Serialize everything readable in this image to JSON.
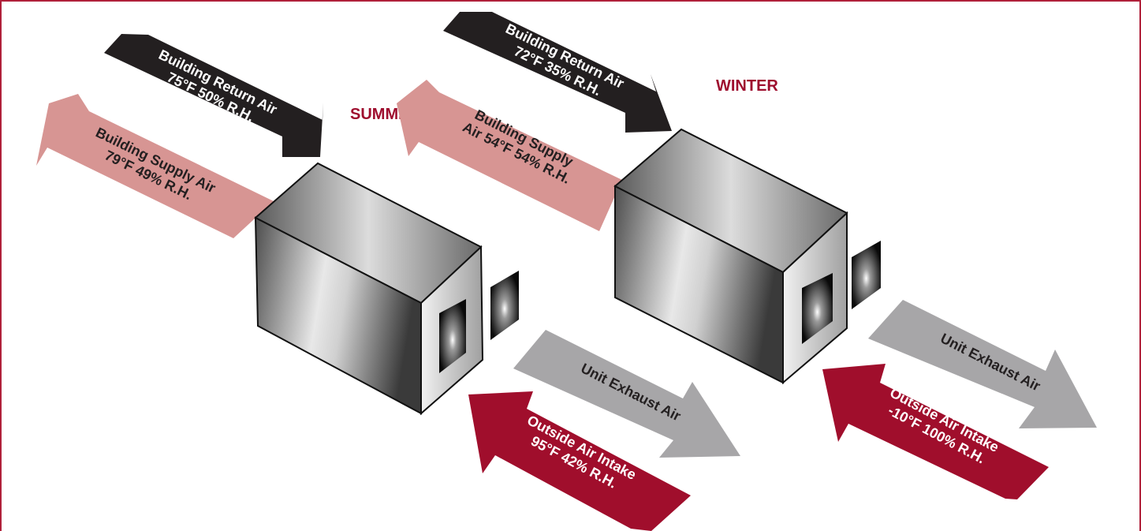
{
  "colors": {
    "border": "#b0203a",
    "season": "#9e0e2e",
    "return_air": "#231f20",
    "supply_air": "#d79593",
    "exhaust_air": "#a7a6a8",
    "outside_air": "#a00e2c"
  },
  "summer": {
    "title": "SUMMER",
    "return_air": {
      "line1": "Building Return Air",
      "line2": "75°F 50% R.H."
    },
    "supply_air": {
      "line1": "Building Supply Air",
      "line2": "79°F 49% R.H."
    },
    "exhaust_air": {
      "line1": "Unit Exhaust Air"
    },
    "outside_air": {
      "line1": "Outside Air Intake",
      "line2": "95°F 42% R.H."
    }
  },
  "winter": {
    "title": "WINTER",
    "return_air": {
      "line1": "Building Return Air",
      "line2": "72°F 35% R.H."
    },
    "supply_air": {
      "line1": "Building Supply",
      "line2": "Air 54°F 54% R.H."
    },
    "exhaust_air": {
      "line1": "Unit Exhaust Air"
    },
    "outside_air": {
      "line1": "Outside Air Intake",
      "line2": "-10°F 100% R.H."
    }
  }
}
